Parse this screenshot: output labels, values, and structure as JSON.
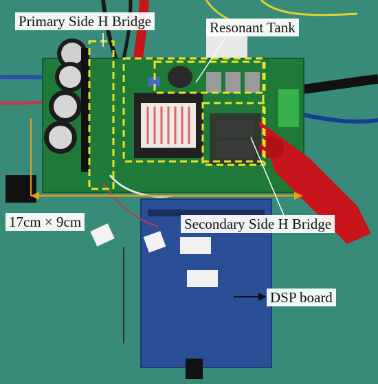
{
  "figure": {
    "labels": {
      "primary_bridge": "Primary Side H Bridge",
      "resonant_tank": "Resonant Tank",
      "dimensions": "17cm × 9cm",
      "secondary_bridge": "Secondary Side H Bridge",
      "dsp_board": "DSP board"
    },
    "colors": {
      "background": "#3b8f7d",
      "pcb_main": "#1f7a3a",
      "dsp_board": "#2a4f96",
      "highlight_yellow": "#e6e32a",
      "dimension_arrow": "#e0a020",
      "probe_red": "#c8141b"
    }
  }
}
